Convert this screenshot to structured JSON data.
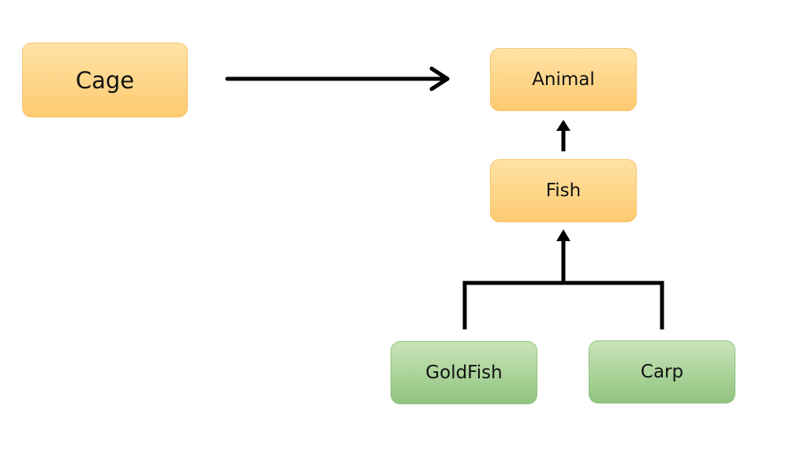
{
  "diagram": {
    "nodes": [
      {
        "id": "cage",
        "label": "Cage",
        "color": "#fdd37f"
      },
      {
        "id": "animal",
        "label": "Animal",
        "color": "#fdd37f"
      },
      {
        "id": "fish",
        "label": "Fish",
        "color": "#fdd37f"
      },
      {
        "id": "goldfish",
        "label": "GoldFish",
        "color": "#a9d497"
      },
      {
        "id": "carp",
        "label": "Carp",
        "color": "#a9d497"
      }
    ],
    "edges": [
      {
        "from": "cage",
        "to": "animal"
      },
      {
        "from": "fish",
        "to": "animal"
      },
      {
        "from": "goldfish",
        "to": "fish"
      },
      {
        "from": "carp",
        "to": "fish"
      }
    ],
    "line_color": "#000000"
  }
}
